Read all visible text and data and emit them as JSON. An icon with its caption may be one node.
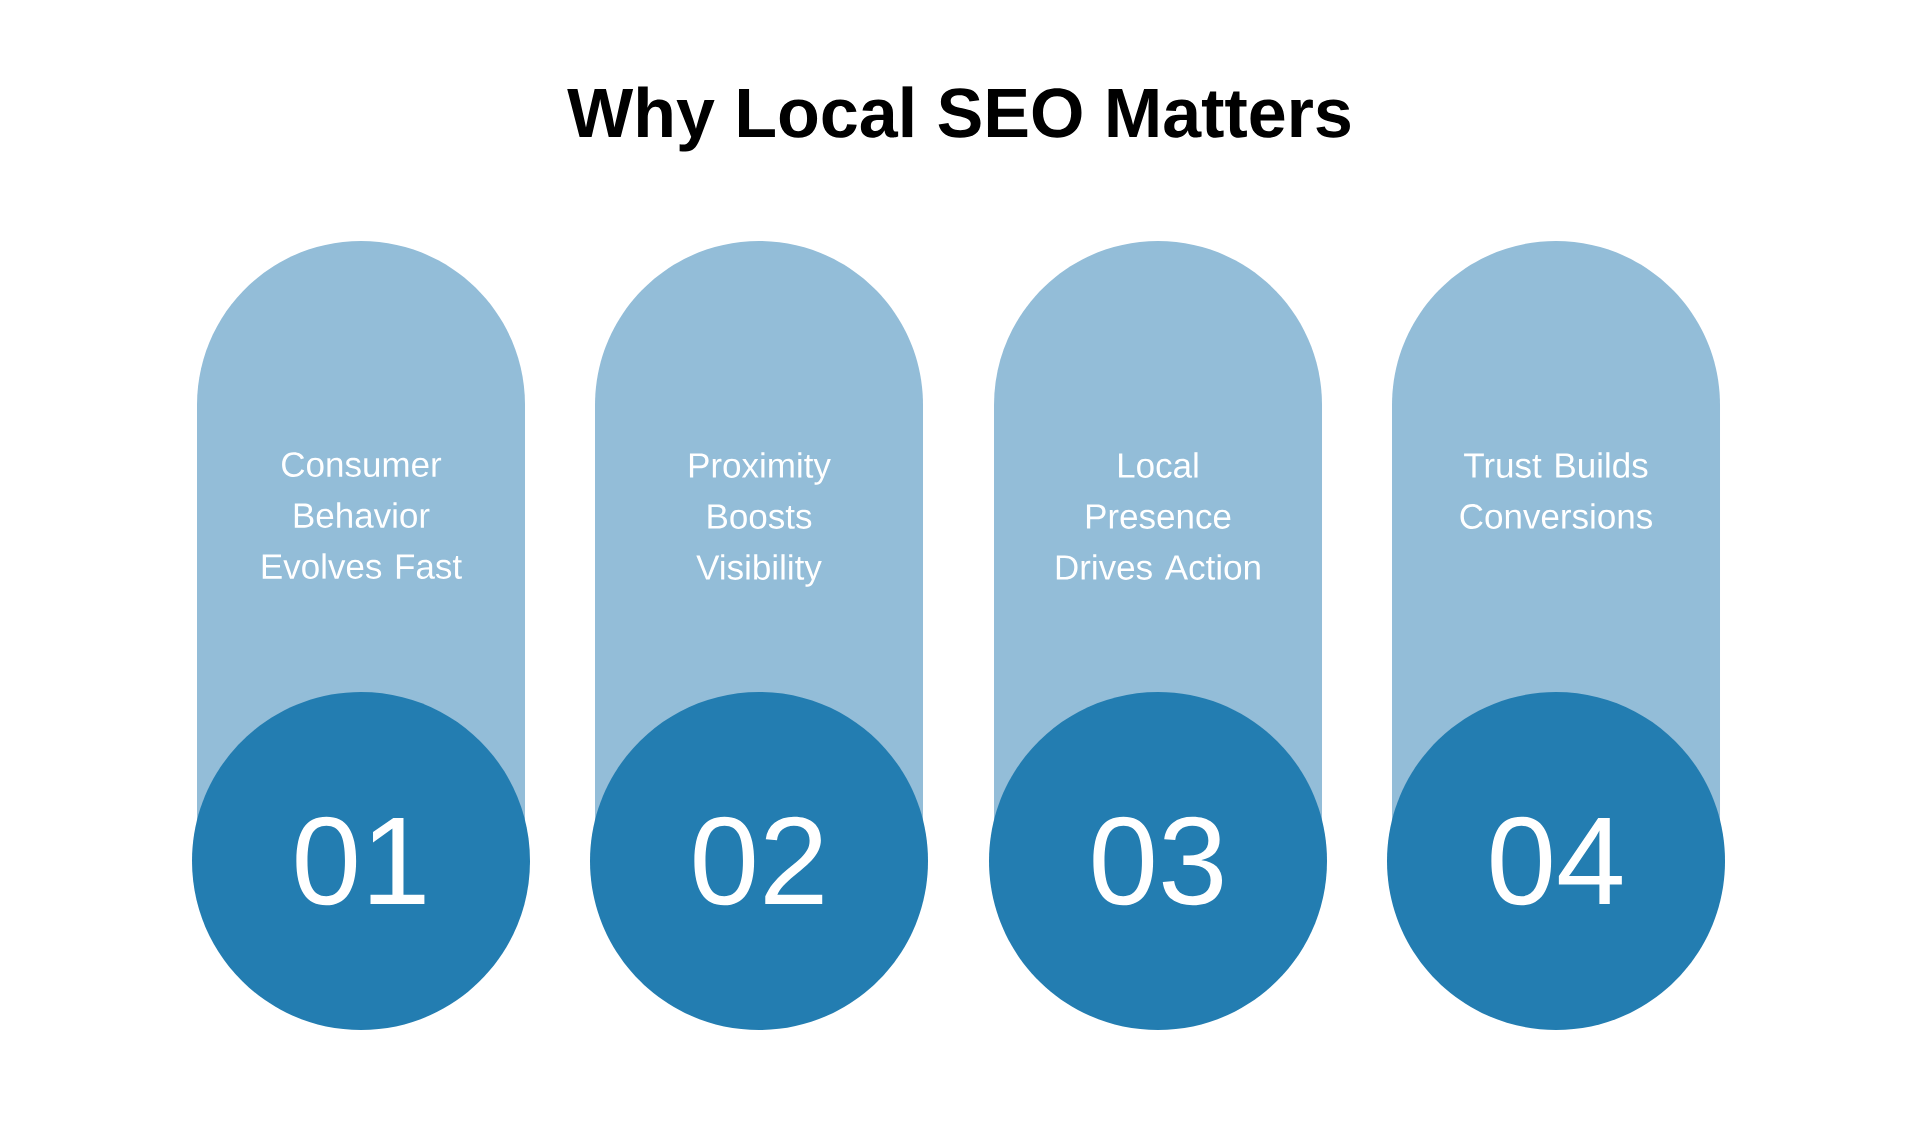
{
  "diagram": {
    "title": "Why Local SEO Matters",
    "nodes": [
      {
        "text": [
          "Consumer Behavior Evolves Fast"
        ]
      },
      {
        "text": [
          "01"
        ]
      },
      {
        "text": [
          "Proximity Boosts Visibility"
        ]
      },
      {
        "text": [
          "02"
        ]
      },
      {
        "text": [
          "Local Presence Drives Action"
        ]
      },
      {
        "text": [
          "03"
        ]
      },
      {
        "text": [
          "Trust Builds Conversions"
        ]
      },
      {
        "text": [
          "04"
        ]
      }
    ]
  }
}
